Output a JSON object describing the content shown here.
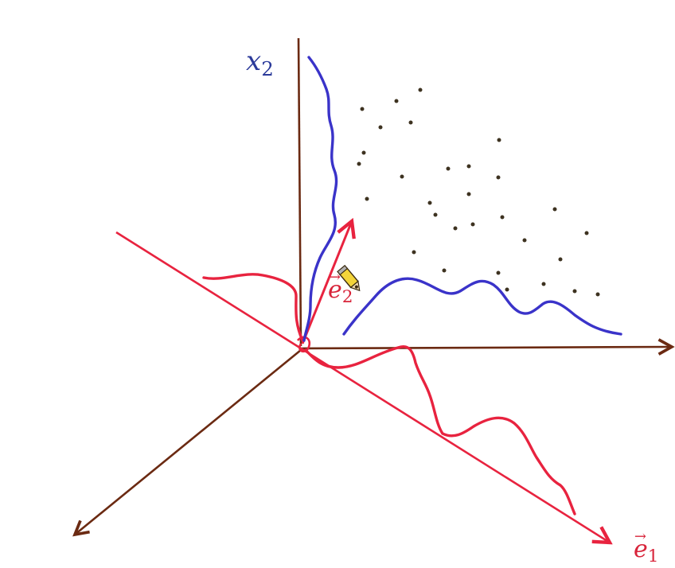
{
  "labels": {
    "x2": {
      "base": "x",
      "sub": "2",
      "color": "#2b3a9a"
    },
    "e2": {
      "base": "e",
      "sub": "2",
      "color": "#d8243a"
    },
    "e1": {
      "base": "e",
      "sub": "1",
      "color": "#d8243a"
    }
  },
  "colors": {
    "axis": "#6b2a12",
    "red": "#e8233f",
    "blue": "#3a33c9",
    "dots": "#3d3220"
  },
  "icons": {
    "cursor": "pencil-cursor-icon"
  }
}
